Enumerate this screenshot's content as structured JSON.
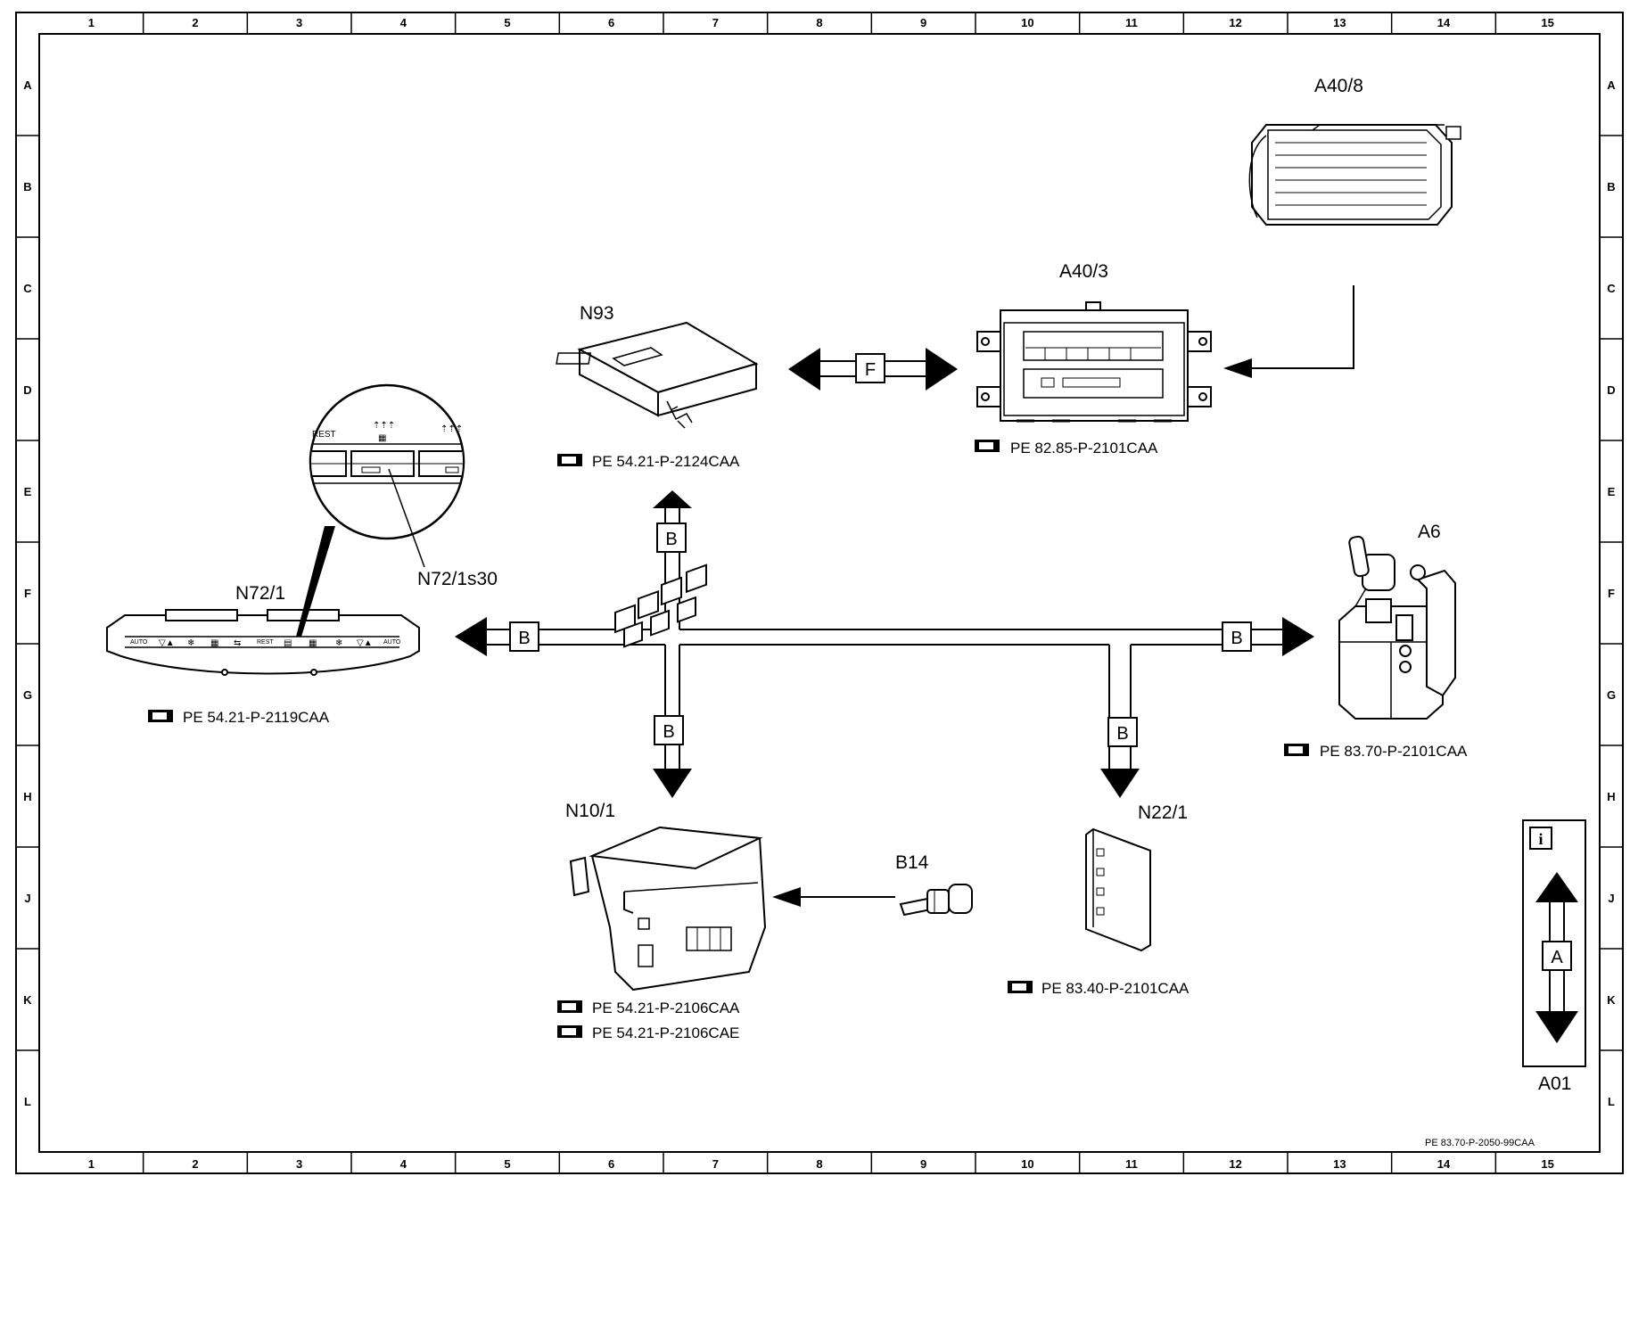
{
  "border": {
    "columns": [
      "1",
      "2",
      "3",
      "4",
      "5",
      "6",
      "7",
      "8",
      "9",
      "10",
      "11",
      "12",
      "13",
      "14",
      "15"
    ],
    "rows": [
      "A",
      "B",
      "C",
      "D",
      "E",
      "F",
      "G",
      "H",
      "J",
      "K",
      "L"
    ]
  },
  "components": {
    "a40_8": {
      "label": "A40/8"
    },
    "a40_3": {
      "label": "A40/3",
      "ref": "PE 82.85-P-2101CAA"
    },
    "n93": {
      "label": "N93",
      "ref": "PE 54.21-P-2124CAA"
    },
    "n72_1": {
      "label": "N72/1",
      "ref": "PE 54.21-P-2119CAA",
      "switch_label": "N72/1s30"
    },
    "a6": {
      "label": "A6",
      "ref": "PE 83.70-P-2101CAA"
    },
    "n10_1": {
      "label": "N10/1",
      "refs": [
        "PE 54.21-P-2106CAA",
        "PE 54.21-P-2106CAE"
      ]
    },
    "b14": {
      "label": "B14"
    },
    "n22_1": {
      "label": "N22/1",
      "ref": "PE 83.40-P-2101CAA"
    }
  },
  "buses": {
    "b_label": "B",
    "f_label": "F",
    "a_label": "A"
  },
  "magnifier": {
    "rest_label": "REST"
  },
  "panel_buttons": {
    "auto_left": "AUTO",
    "auto_right": "AUTO",
    "rest": "REST"
  },
  "legend": {
    "info_icon": "i",
    "code": "A01"
  },
  "footer_ref": "PE 83.70-P-2050-99CAA"
}
